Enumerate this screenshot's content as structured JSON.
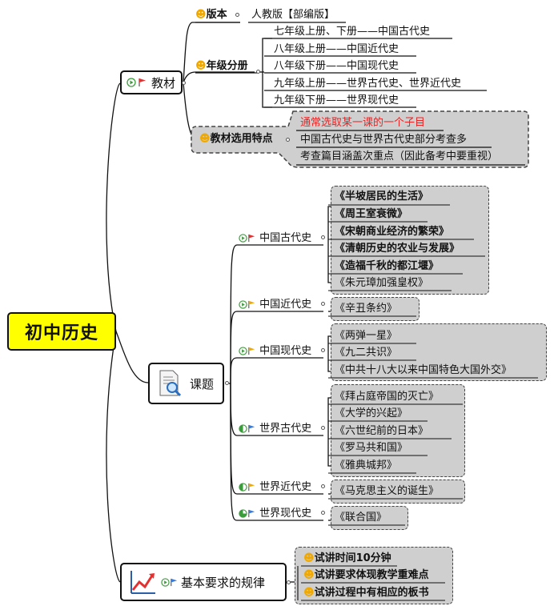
{
  "root": {
    "label": "初中历史"
  },
  "colors": {
    "root_fill": "#ffff00",
    "group_fill": "#cfcfcf",
    "highlight_text": "#ee2222",
    "flag_red": "#e53030",
    "flag_orange": "#f0a800",
    "flag_blue": "#3a7bd5"
  },
  "textbook": {
    "label": "教材",
    "icons": [
      "start-icon",
      "red-flag-icon"
    ],
    "edition": {
      "label": "版本",
      "value": "人教版【部编版】"
    },
    "volumes": {
      "label": "年级分册",
      "items": [
        "七年级上册、下册——中国古代史",
        "八年级上册——中国近代史",
        "八年级下册——中国现代史",
        "九年级上册——世界古代史、世界近代史",
        "九年级下册——世界现代史"
      ]
    },
    "features": {
      "label": "教材选用特点",
      "items": [
        "通常选取某一课的一个子目",
        "中国古代史与世界古代史部分考查多",
        "考查篇目涵盖次重点（因此备考中要重视）"
      ]
    }
  },
  "topics": {
    "label": "课题",
    "icon": "document-search-icon",
    "branches": [
      {
        "label": "中国古代史",
        "flag": "red",
        "progress": "start",
        "items": [
          "《半坡居民的生活》",
          "《周王室衰微》",
          "《宋朝商业经济的繁荣》",
          "《清朝历史的农业与发展》",
          "《造福千秋的都江堰》",
          "《朱元璋加强皇权》"
        ]
      },
      {
        "label": "中国近代史",
        "flag": "orange",
        "progress": "start",
        "items": [
          "《辛丑条约》"
        ]
      },
      {
        "label": "中国现代史",
        "flag": "orange",
        "progress": "start",
        "items": [
          "《两弹一星》",
          "《九二共识》",
          "《中共十八大以来中国特色大国外交》"
        ]
      },
      {
        "label": "世界古代史",
        "flag": "blue",
        "progress": "half",
        "items": [
          "《拜占庭帝国的灭亡》",
          "《大学的兴起》",
          "《六世纪前的日本》",
          "《罗马共和国》",
          "《雅典城邦》"
        ]
      },
      {
        "label": "世界近代史",
        "flag": "orange",
        "progress": "half",
        "items": [
          "《马克思主义的诞生》"
        ]
      },
      {
        "label": "世界现代史",
        "flag": "blue",
        "progress": "three-quarter",
        "items": [
          "《联合国》"
        ]
      }
    ]
  },
  "rules": {
    "label": "基本要求的规律",
    "icon": "chart-growth-icon",
    "items": [
      "试讲时间10分钟",
      "试讲要求体现教学重难点",
      "试讲过程中有相应的板书"
    ]
  }
}
